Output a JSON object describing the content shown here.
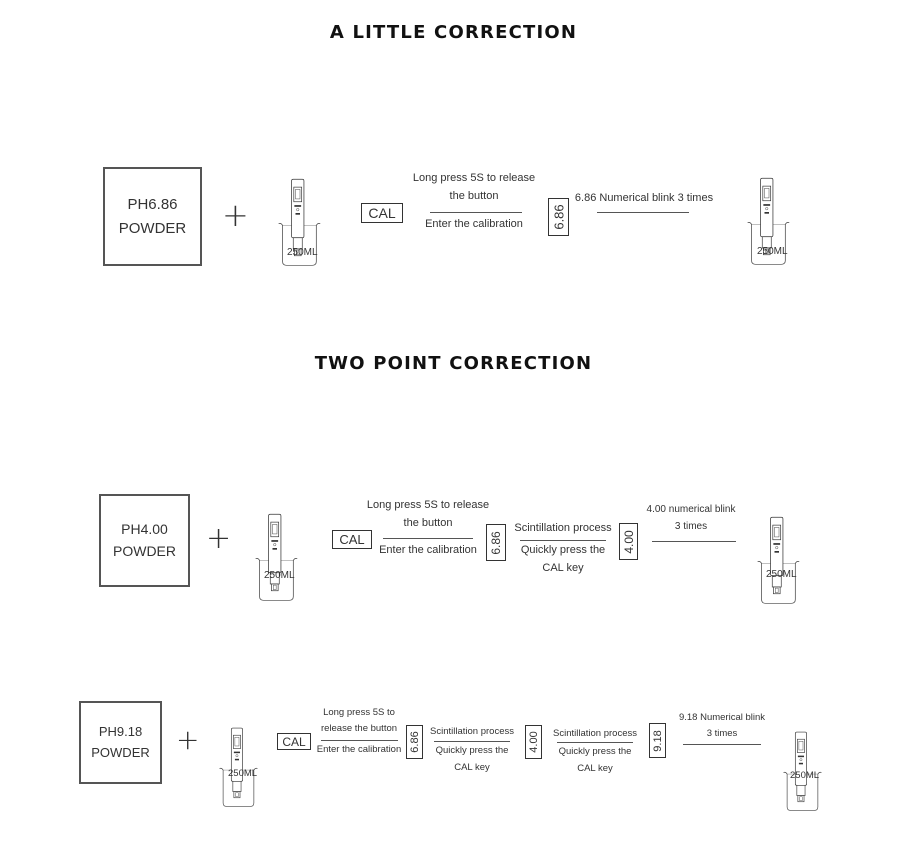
{
  "titles": {
    "little": "A LITTLE CORRECTION",
    "two": "TWO POINT CORRECTION"
  },
  "plus_symbol": "+",
  "beaker_label": "250ML",
  "cal_label": "CAL",
  "section1": {
    "powder_line1": "PH6.86",
    "powder_line2": "POWDER",
    "step_long_press_1": "Long press 5S to release",
    "step_long_press_2": "the button",
    "step_enter": "Enter the calibration",
    "display_value": "6.86",
    "blink_note": "6.86 Numerical blink 3 times"
  },
  "section2": {
    "powder_line1": "PH4.00",
    "powder_line2": "POWDER",
    "step_long_press_1": "Long press 5S to release",
    "step_long_press_2": "the button",
    "step_enter": "Enter the calibration",
    "display_value_1": "6.86",
    "scint_title": "Scintillation process",
    "scint_line1": "Quickly press the",
    "scint_line2": "CAL key",
    "display_value_2": "4.00",
    "blink_line1": "4.00 numerical blink",
    "blink_line2": "3 times"
  },
  "section3": {
    "powder_line1": "PH9.18",
    "powder_line2": "POWDER",
    "step_long_press_1": "Long press 5S to",
    "step_long_press_2": "release the button",
    "step_enter": "Enter the calibration",
    "display_value_1": "6.86",
    "scint_title_1": "Scintillation process",
    "scint1_line1": "Quickly press the",
    "scint1_line2": "CAL key",
    "display_value_2": "4.00",
    "scint_title_2": "Scintillation process",
    "scint2_line1": "Quickly press the",
    "scint2_line2": "CAL key",
    "display_value_3": "9.18",
    "blink_line1": "9.18 Numerical blink",
    "blink_line2": "3 times"
  }
}
